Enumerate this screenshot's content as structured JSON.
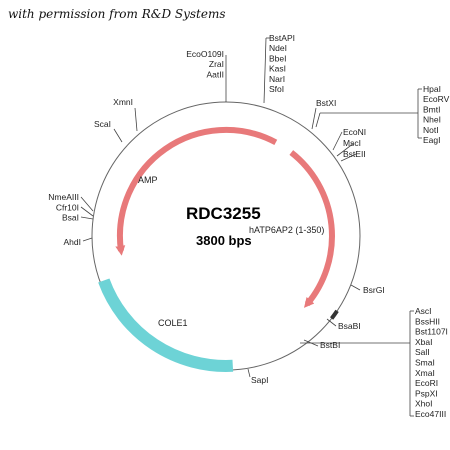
{
  "header": {
    "permission_text": "with permission from R&D Systems"
  },
  "plasmid": {
    "name": "RDC3255",
    "size_label": "3800 bps",
    "insert_label": "hATP6AP2 (1-350)",
    "features": [
      {
        "name": "AMP",
        "color": "#e8797a",
        "kind": "arrow"
      },
      {
        "name": "hATP6AP2 (1-350)",
        "color": "#e8797a",
        "kind": "arrow"
      },
      {
        "name": "COLE1",
        "color": "#6dd3d6",
        "kind": "block"
      }
    ]
  },
  "sites": {
    "top_center": [
      "BstAPI",
      "NdeI",
      "BbeI",
      "KasI",
      "NarI",
      "SfoI"
    ],
    "top_left": [
      "EcoO109I",
      "ZraI",
      "AatII"
    ],
    "bstxi": "BstXI",
    "right_mcs_top": [
      "HpaI",
      "EcoRV",
      "BmtI",
      "NheI",
      "NotI",
      "EagI"
    ],
    "right_upper": [
      "EcoNI",
      "MscI",
      "BstEII"
    ],
    "bsrgi": "BsrGI",
    "bsabi": "BsaBI",
    "bstbi": "BstBI",
    "right_mcs_bottom": [
      "AscI",
      "BssHII",
      "Bst1107I",
      "XbaI",
      "SalI",
      "SmaI",
      "XmaI",
      "EcoRI",
      "PspXI",
      "XhoI",
      "Eco47III"
    ],
    "sapi": "SapI",
    "left_upper": [
      "XmnI",
      "ScaI"
    ],
    "left_mid": [
      "NmeAIII",
      "Cfr10I",
      "BsaI"
    ],
    "ahdi": "AhdI"
  }
}
